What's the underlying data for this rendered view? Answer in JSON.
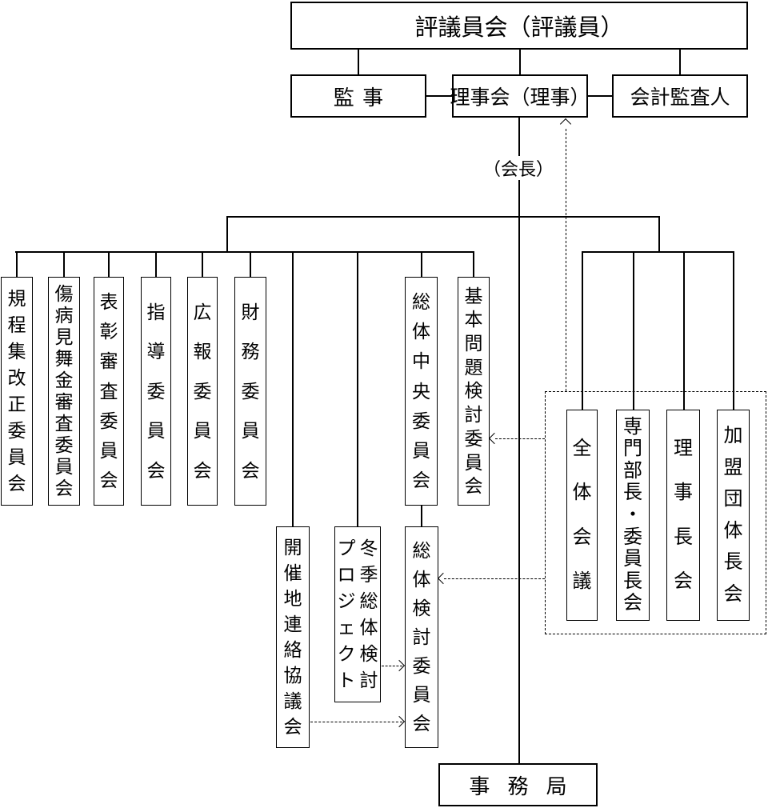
{
  "nodes": {
    "council": "評議員会（評議員）",
    "auditors": "監事",
    "board": "理事会（理事）",
    "accounting_auditor": "会計監査人",
    "chairman": "（会長）",
    "secretariat": "事務局"
  },
  "committees": [
    "規程集改正委員会",
    "傷病見舞金審査委員会",
    "表彰審査委員会",
    "指導委員会",
    "広報委員会",
    "財務委員会",
    "総体中央委員会",
    "基本問題検討委員会"
  ],
  "lower_committees": [
    "開催地連絡協議会",
    [
      "冬季総体検討",
      "プロジェクト"
    ],
    "総体検討委員会"
  ],
  "advisory_group": [
    "全体会議",
    "専門部長・委員長会",
    "理事長会",
    "加盟団体長会"
  ],
  "colors": {
    "line": "#000000",
    "background": "#ffffff"
  }
}
